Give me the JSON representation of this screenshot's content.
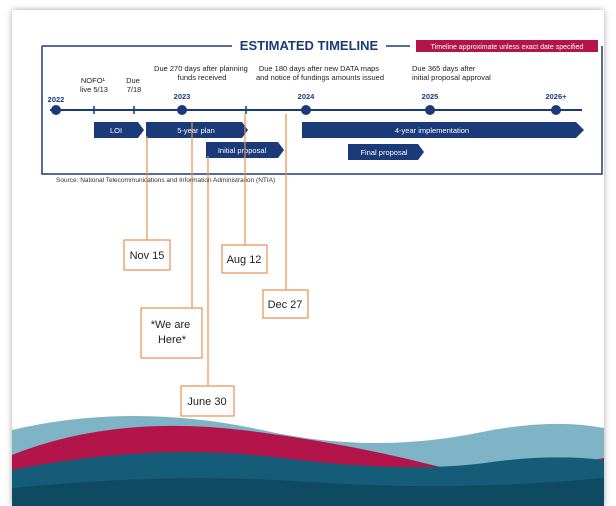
{
  "diagram": {
    "title": "ESTIMATED TIMELINE",
    "disclaimer": "Timeline approximate unless exact date specified",
    "years": [
      "2022",
      "2023",
      "2024",
      "2025",
      "2026+"
    ],
    "milestones": {
      "nofo": [
        "NOFO¹",
        "live 5/13"
      ],
      "due": [
        "Due",
        "7/18"
      ],
      "d270": [
        "Due 270 days after planning",
        "funds received"
      ],
      "d180": [
        "Due 180 days after new DATA maps",
        "and notice of fundings amounts issued"
      ],
      "d365": [
        "Due 365 days after",
        "initial proposal approval"
      ]
    },
    "phases": [
      "LOI",
      "5-year plan",
      "Initial proposal",
      "4-year implementation",
      "Final proposal"
    ],
    "source": "Source: National Telecommunications and Information Administration (NTIA)"
  },
  "annotations": {
    "nov15": "Nov 15",
    "aug12": "Aug 12",
    "dec27": "Dec 27",
    "we_are_here": [
      "*We are",
      "Here*"
    ],
    "june30": "June 30"
  },
  "colors": {
    "navy": "#1b3a7a",
    "accent_red": "#b3154a",
    "connector_orange": "#e8914f",
    "wave_teal": "#155c78",
    "wave_light": "#7fb3c6"
  }
}
